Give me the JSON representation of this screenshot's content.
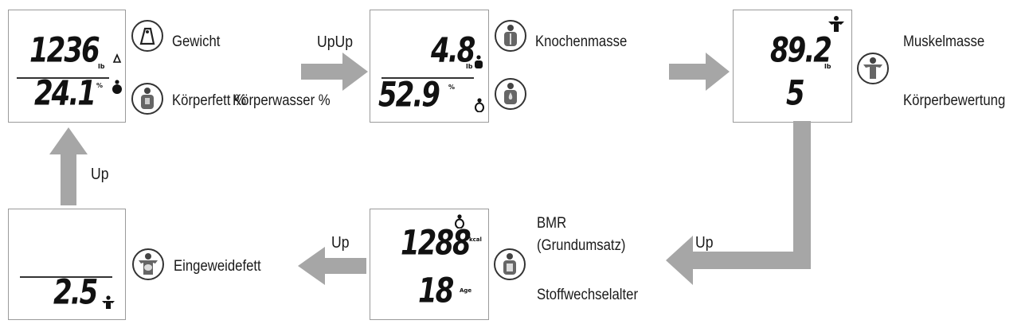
{
  "screens": {
    "weight_fat": {
      "top_value": "1236",
      "bottom_value": "24.1",
      "top_unit": "lb",
      "bottom_unit": "%"
    },
    "bone_water": {
      "top_value": "4.8",
      "bottom_value": "52.9",
      "top_unit": "lb",
      "bottom_unit": "%"
    },
    "muscle_rating": {
      "top_value": "89.2",
      "bottom_value": "5",
      "top_unit": "lb"
    },
    "bmr_age": {
      "top_value": "1288",
      "bottom_value": "18",
      "top_unit": "kcal",
      "bottom_unit": "Age"
    },
    "visceral": {
      "value": "2.5"
    }
  },
  "labels": {
    "gewicht": "Gewicht",
    "koerperfett": "Körperfett %",
    "koerperwasser": "Körperwasser %",
    "knochenmasse": "Knochenmasse",
    "muskelmasse": "Muskelmasse",
    "koerperbewertung": "Körperbewertung",
    "bmr_line1": "BMR",
    "bmr_line2": "(Grundumsatz)",
    "stoffwechselalter": "Stoffwechselalter",
    "eingeweidefett": "Eingeweidefett"
  },
  "arrows": {
    "up_top": "UpUp",
    "up_right": "Up",
    "up_bottom": "Up",
    "up_left": "Up"
  },
  "colors": {
    "arrow": "#a6a6a6",
    "lcd_border": "#9a9a9a",
    "ink": "#111111"
  }
}
